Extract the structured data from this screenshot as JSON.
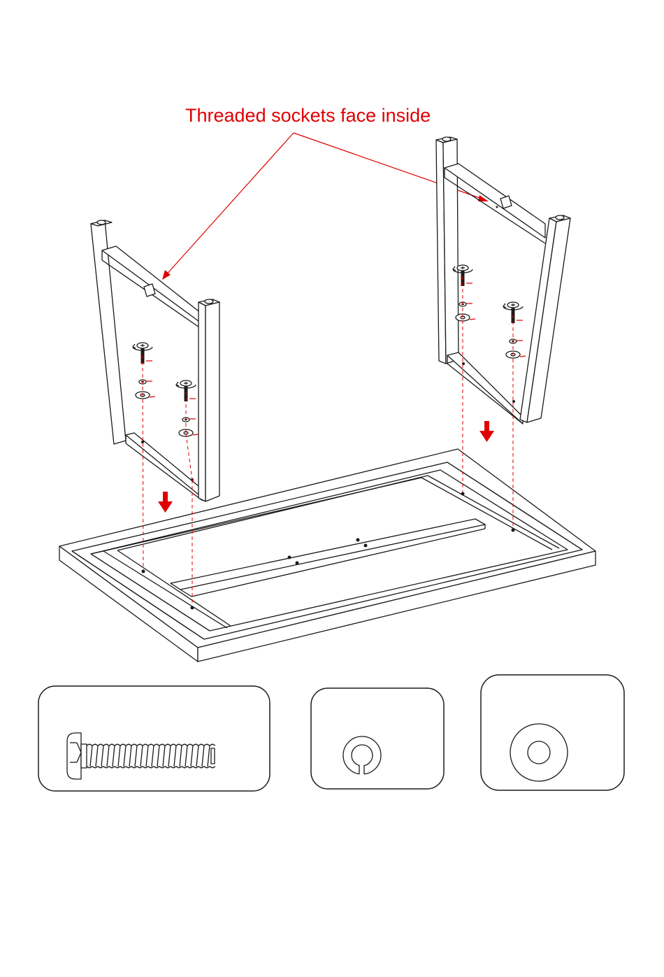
{
  "callout": {
    "text": "Threaded sockets face inside",
    "color": "#e00000"
  },
  "colors": {
    "line": "#1a1a1a",
    "accent": "#e00000",
    "background": "#ffffff"
  },
  "icons": {
    "down_arrow": "down-arrow-icon",
    "bolt": "bolt-icon",
    "split_lock_washer": "split-lock-washer-icon",
    "flat_washer": "flat-washer-icon"
  },
  "hardware_legend": [
    {
      "part": "bolt",
      "label": ""
    },
    {
      "part": "split lock washer",
      "label": ""
    },
    {
      "part": "flat washer",
      "label": ""
    }
  ]
}
